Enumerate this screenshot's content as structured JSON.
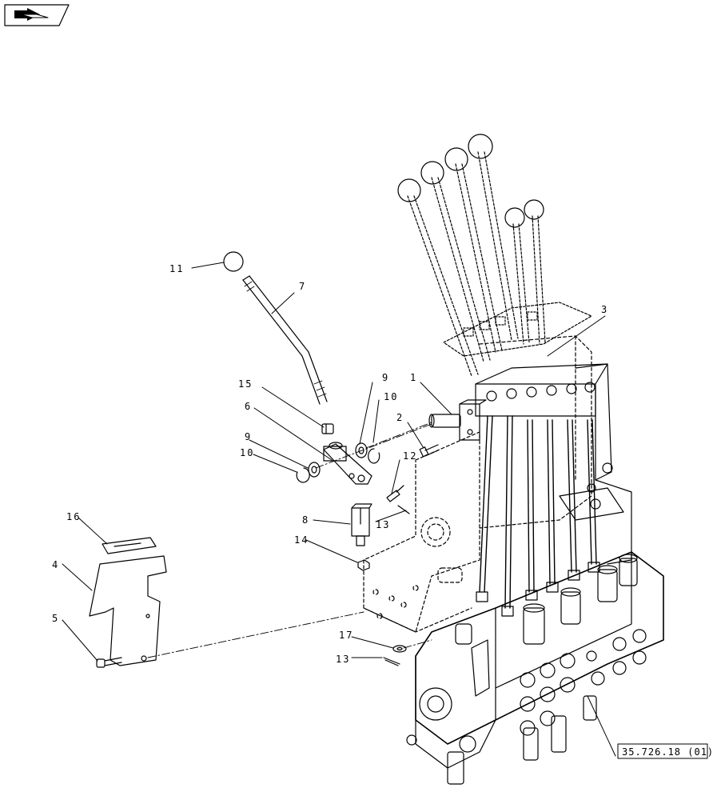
{
  "nav": {
    "back_icon": "back-arrow-icon"
  },
  "callouts": [
    {
      "id": "c1",
      "label": "1"
    },
    {
      "id": "c2",
      "label": "2"
    },
    {
      "id": "c3",
      "label": "3"
    },
    {
      "id": "c4",
      "label": "4"
    },
    {
      "id": "c5",
      "label": "5"
    },
    {
      "id": "c6",
      "label": "6"
    },
    {
      "id": "c7",
      "label": "7"
    },
    {
      "id": "c8",
      "label": "8"
    },
    {
      "id": "c9a",
      "label": "9"
    },
    {
      "id": "c9b",
      "label": "9"
    },
    {
      "id": "c10a",
      "label": "10"
    },
    {
      "id": "c10b",
      "label": "10"
    },
    {
      "id": "c11",
      "label": "11"
    },
    {
      "id": "c12",
      "label": "12"
    },
    {
      "id": "c13a",
      "label": "13"
    },
    {
      "id": "c13b",
      "label": "13"
    },
    {
      "id": "c14",
      "label": "14"
    },
    {
      "id": "c15",
      "label": "15"
    },
    {
      "id": "c16",
      "label": "16"
    },
    {
      "id": "c17",
      "label": "17"
    }
  ],
  "reference": {
    "label": "35.726.18 (01)"
  }
}
